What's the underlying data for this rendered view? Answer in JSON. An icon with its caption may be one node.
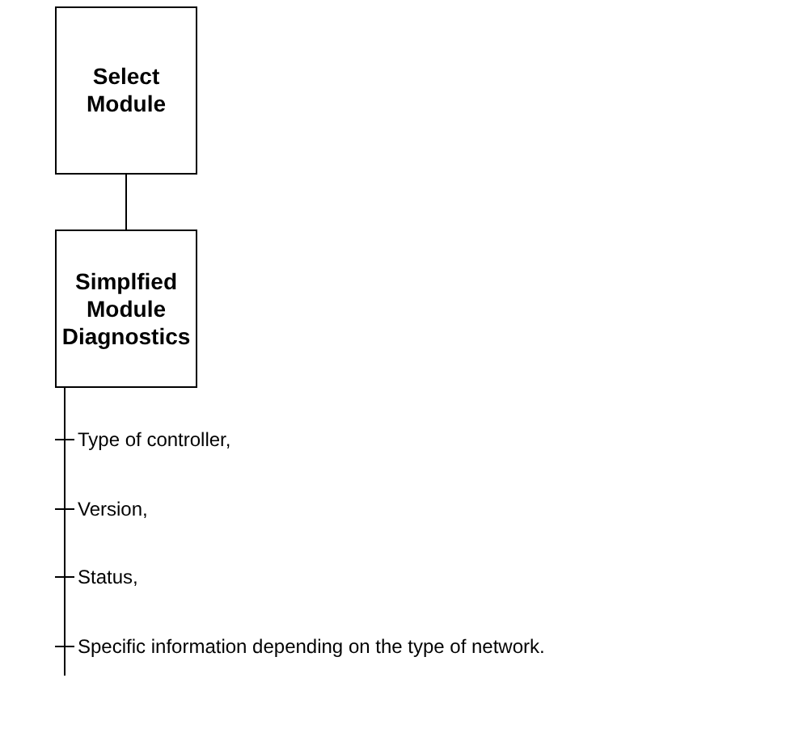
{
  "diagram": {
    "nodes": [
      {
        "text": [
          "Select Module"
        ]
      },
      {
        "text": [
          "Simplfied Module Diagnostics"
        ]
      },
      {
        "text": [
          "Type of controller,"
        ]
      },
      {
        "text": [
          "Version,"
        ]
      },
      {
        "text": [
          "Status,"
        ]
      },
      {
        "text": [
          "Specific information depending on the type of network."
        ]
      }
    ],
    "edges": [
      {
        "from": 0,
        "to": 1,
        "arrow": "none"
      },
      {
        "from": 1,
        "to": 2,
        "arrow": "none"
      },
      {
        "from": 1,
        "to": 3,
        "arrow": "none"
      },
      {
        "from": 1,
        "to": 4,
        "arrow": "none"
      },
      {
        "from": 1,
        "to": 5,
        "arrow": "none"
      }
    ]
  }
}
